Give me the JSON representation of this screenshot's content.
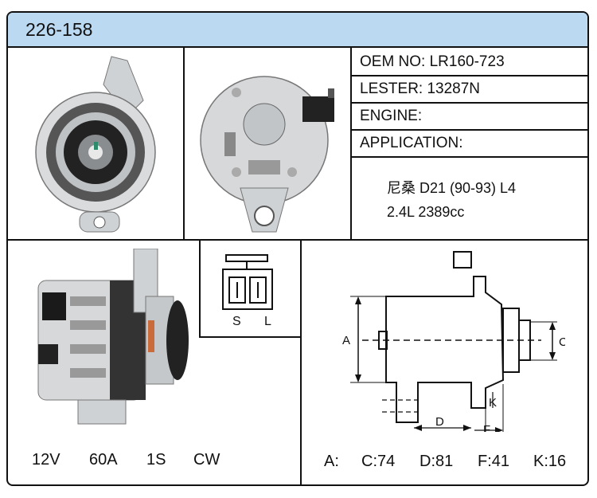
{
  "header": {
    "part_number": "226-158"
  },
  "info": {
    "oem_no": "OEM NO: LR160-723",
    "lester": "LESTER: 13287N",
    "engine": "ENGINE:",
    "application": "APPLICATION:"
  },
  "application_detail": {
    "line1": "尼桑 D21 (90-93) L4",
    "line2": "2.4L 2389cc"
  },
  "connector": {
    "pin_s": "S",
    "pin_l": "L"
  },
  "specs": {
    "voltage": "12V",
    "amperage": "60A",
    "groove": "1S",
    "rotation": "CW"
  },
  "dimensions": {
    "labels": {
      "a": "A",
      "c": "C",
      "d": "D",
      "f": "F",
      "k": "K"
    },
    "values": {
      "a": "A:",
      "c": "C:74",
      "d": "D:81",
      "f": "F:41",
      "k": "K:16"
    }
  }
}
